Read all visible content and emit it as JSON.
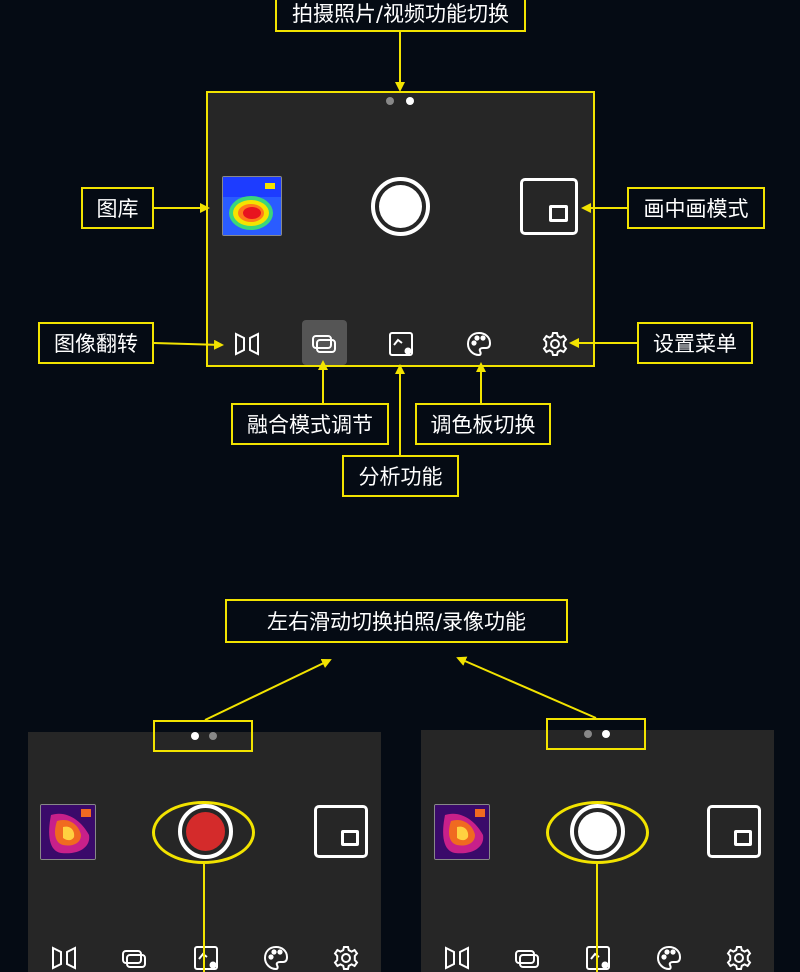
{
  "colors": {
    "background": "#050b14",
    "panel": "#262626",
    "annotation": "#f2e300",
    "record": "#d42b2b",
    "active_tool_bg": "#555555"
  },
  "labels": {
    "mode_switch": "拍摄照片/视频功能切换",
    "gallery": "图库",
    "pip": "画中画模式",
    "flip": "图像翻转",
    "settings": "设置菜单",
    "fusion": "融合模式调节",
    "palette": "调色板切换",
    "analysis": "分析功能",
    "swipe": "左右滑动切换拍照/录像功能"
  },
  "toolbar_icons": [
    "flip-icon",
    "fusion-mode-icon",
    "analysis-icon",
    "palette-icon",
    "settings-gear-icon"
  ],
  "panels": {
    "top": {
      "mode": "photo",
      "page_indicator": {
        "count": 2,
        "active_index": 1
      }
    },
    "bottom_left": {
      "mode": "video",
      "page_indicator": {
        "count": 2,
        "active_index": 0
      }
    },
    "bottom_right": {
      "mode": "photo",
      "page_indicator": {
        "count": 2,
        "active_index": 1
      }
    }
  }
}
